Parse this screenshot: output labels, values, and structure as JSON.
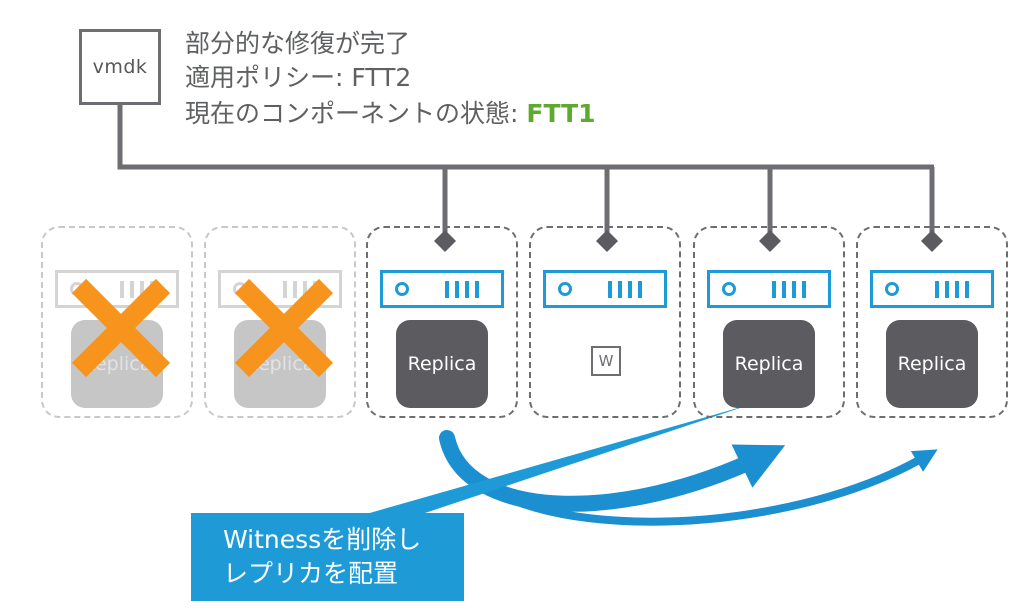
{
  "vmdk": {
    "label": "vmdk"
  },
  "header": {
    "line1": "部分的な修復が完了",
    "line2": "適用ポリシー:  FTT2",
    "line3_prefix": "現在のコンポーネントの状態: ",
    "line3_value": "FTT1"
  },
  "hosts": [
    {
      "status": "failed",
      "component": "Replica"
    },
    {
      "status": "failed",
      "component": "Replica"
    },
    {
      "status": "active",
      "component": "Replica"
    },
    {
      "status": "active",
      "component": "W"
    },
    {
      "status": "active",
      "component": "Replica"
    },
    {
      "status": "active",
      "component": "Replica"
    }
  ],
  "callout": {
    "line1": "Witnessを削除し",
    "line2": "レプリカを配置"
  },
  "colors": {
    "accent_blue": "#1e9bd7",
    "ftt_green": "#5daa2e",
    "failure_orange": "#f7941d",
    "line_gray": "#6d6e71"
  }
}
